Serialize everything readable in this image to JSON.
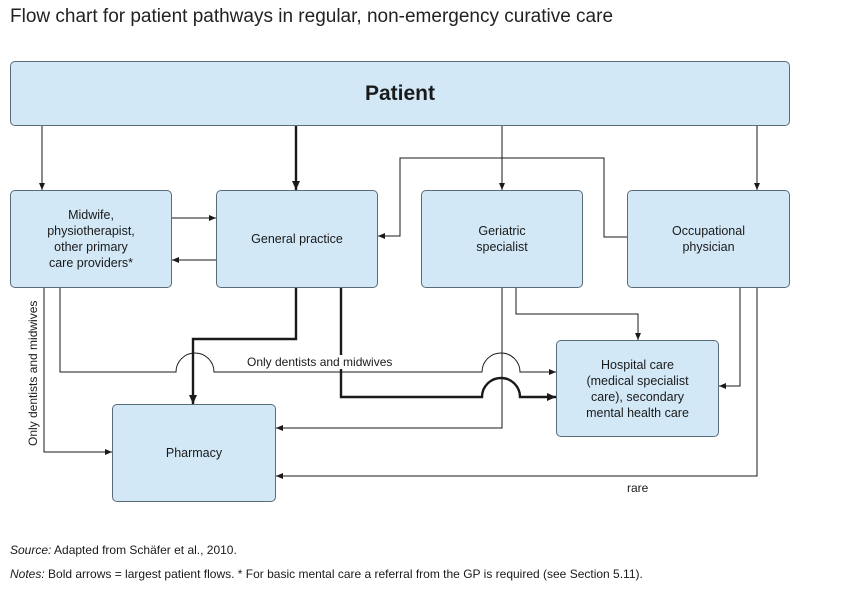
{
  "title": "Flow chart for patient pathways in regular, non-emergency curative care",
  "nodes": {
    "patient": "Patient",
    "midwife": "Midwife,\nphysiotherapist,\nother primary\ncare providers*",
    "gp": "General practice",
    "geriatric": "Geriatric\nspecialist",
    "occupational": "Occupational\nphysician",
    "hospital": "Hospital care\n(medical specialist\ncare), secondary\nmental health care",
    "pharmacy": "Pharmacy"
  },
  "labels": {
    "dentists_horizontal": "Only dentists and midwives",
    "dentists_vertical": "Only dentists and midwives",
    "rare": "rare"
  },
  "footer": {
    "source_label": "Source:",
    "source_text": " Adapted from Schäfer et al., 2010.",
    "notes_label": "Notes:",
    "notes_text": " Bold arrows = largest patient flows. * For basic mental care a referral from the GP is required (see Section 5.11)."
  },
  "colors": {
    "box_fill": "#d3e8f7",
    "box_border": "#5a6b78",
    "line": "#1a1a1a"
  }
}
